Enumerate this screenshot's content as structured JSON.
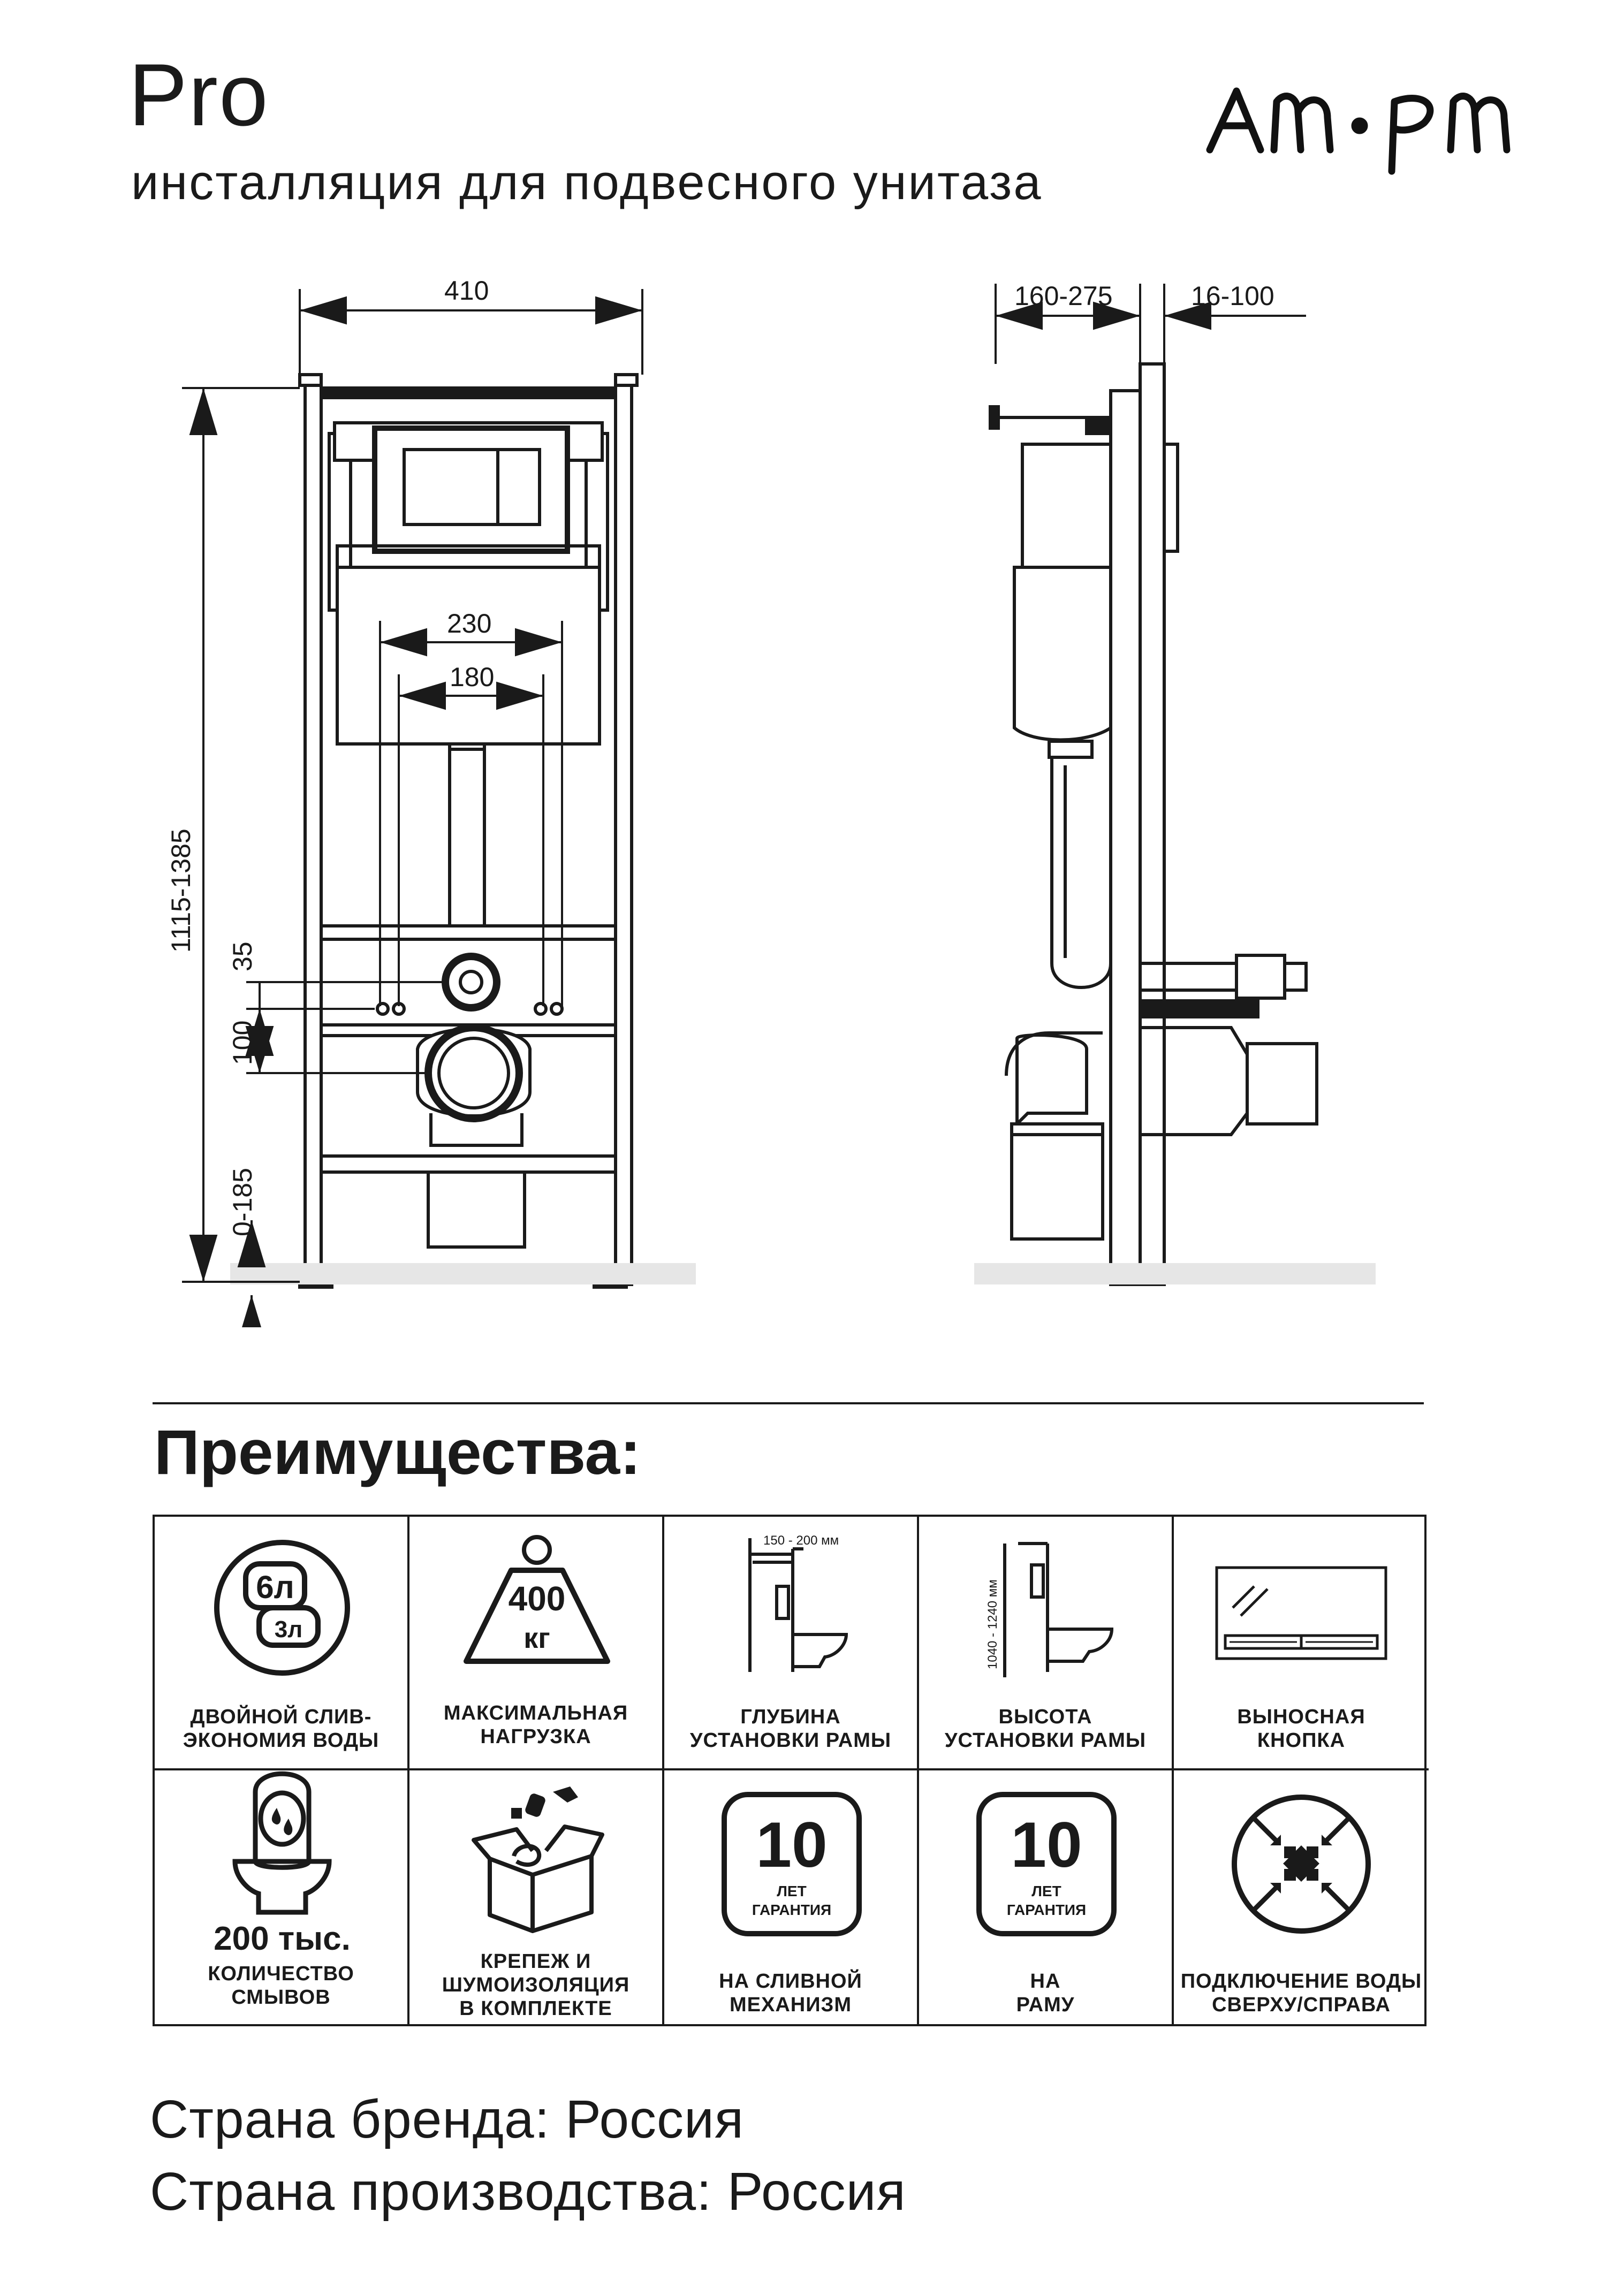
{
  "header": {
    "title": "Pro",
    "subtitle": "инсталляция для подвесного унитаза",
    "logo_text": "AM·PM"
  },
  "drawing": {
    "front": {
      "width": "410",
      "height": "1115-1385",
      "mount_outer": "230",
      "mount_inner": "180",
      "dim_35": "35",
      "dim_100": "100",
      "dim_0_185": "0-185"
    },
    "side": {
      "depth": "160-275",
      "wall": "16-100"
    }
  },
  "advantages": {
    "heading": "Преимущества:",
    "items": [
      {
        "label_1": "ДВОЙНОЙ СЛИВ-",
        "label_2": "ЭКОНОМИЯ ВОДЫ",
        "icon": "dual-flush-icon",
        "value_a": "6л",
        "value_b": "3л"
      },
      {
        "label_1": "МАКСИМАЛЬНАЯ",
        "label_2": "НАГРУЗКА",
        "icon": "weight-icon",
        "value_a": "400",
        "value_b": "кг"
      },
      {
        "label_1": "ГЛУБИНА",
        "label_2": "УСТАНОВКИ РАМЫ",
        "icon": "depth-icon",
        "value_a": "150 - 200 мм"
      },
      {
        "label_1": "ВЫСОТА",
        "label_2": "УСТАНОВКИ РАМЫ",
        "icon": "height-icon",
        "value_a": "1040 - 1240 мм"
      },
      {
        "label_1": "ВЫНОСНАЯ",
        "label_2": "КНОПКА",
        "icon": "flush-plate-icon"
      },
      {
        "label_0": "200 тыс.",
        "label_1": "КОЛИЧЕСТВО",
        "label_2": "СМЫВОВ",
        "icon": "toilet-icon"
      },
      {
        "label_1": "КРЕПЕЖ И",
        "label_2": "ШУМОИЗОЛЯЦИЯ",
        "label_3": "В КОМПЛЕКТЕ",
        "icon": "box-icon"
      },
      {
        "label_1": "НА СЛИВНОЙ",
        "label_2": "МЕХАНИЗМ",
        "icon": "warranty-icon",
        "value_a": "10",
        "value_b": "ЛЕТ",
        "value_c": "ГАРАНТИЯ"
      },
      {
        "label_1": "НА",
        "label_2": "РАМУ",
        "icon": "warranty-icon",
        "value_a": "10",
        "value_b": "ЛЕТ",
        "value_c": "ГАРАНТИЯ"
      },
      {
        "label_1": "ПОДКЛЮЧЕНИЕ ВОДЫ",
        "label_2": "СВЕРХУ/СПРАВА",
        "icon": "water-connection-icon"
      }
    ]
  },
  "footer": {
    "brand_country": "Страна бренда: Россия",
    "production_country": "Страна производства: Россия"
  }
}
